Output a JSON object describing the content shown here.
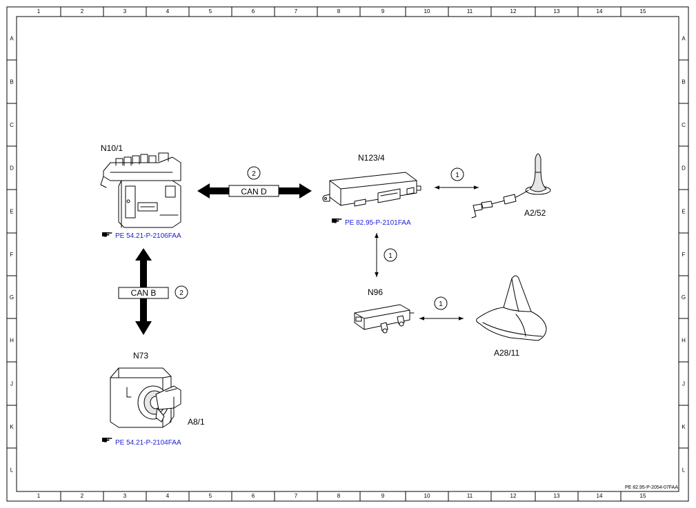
{
  "frame": {
    "columns": [
      "1",
      "2",
      "3",
      "4",
      "5",
      "6",
      "7",
      "8",
      "9",
      "10",
      "11",
      "12",
      "13",
      "14",
      "15"
    ],
    "rows": [
      "A",
      "B",
      "C",
      "D",
      "E",
      "F",
      "G",
      "H",
      "J",
      "K",
      "L"
    ]
  },
  "components": {
    "n10_1": "N10/1",
    "n123_4": "N123/4",
    "a2_52": "A2/52",
    "n96": "N96",
    "a28_11": "A28/11",
    "n73": "N73",
    "a8_1": "A8/1"
  },
  "references": {
    "n10_1": "PE 54.21-P-2106FAA",
    "n123_4": "PE 82.95-P-2101FAA",
    "n73": "PE 54.21-P-2104FAA"
  },
  "buses": {
    "can_d": "CAN D",
    "can_b": "CAN B"
  },
  "callouts": {
    "can_d": "2",
    "can_b": "2",
    "n123_to_a2": "1",
    "n123_to_n96": "1",
    "n96_to_a28": "1"
  },
  "doc_id": "PE 82.95-P-2054-07FAA",
  "icons": {
    "reference": "pointing-hand-icon"
  }
}
